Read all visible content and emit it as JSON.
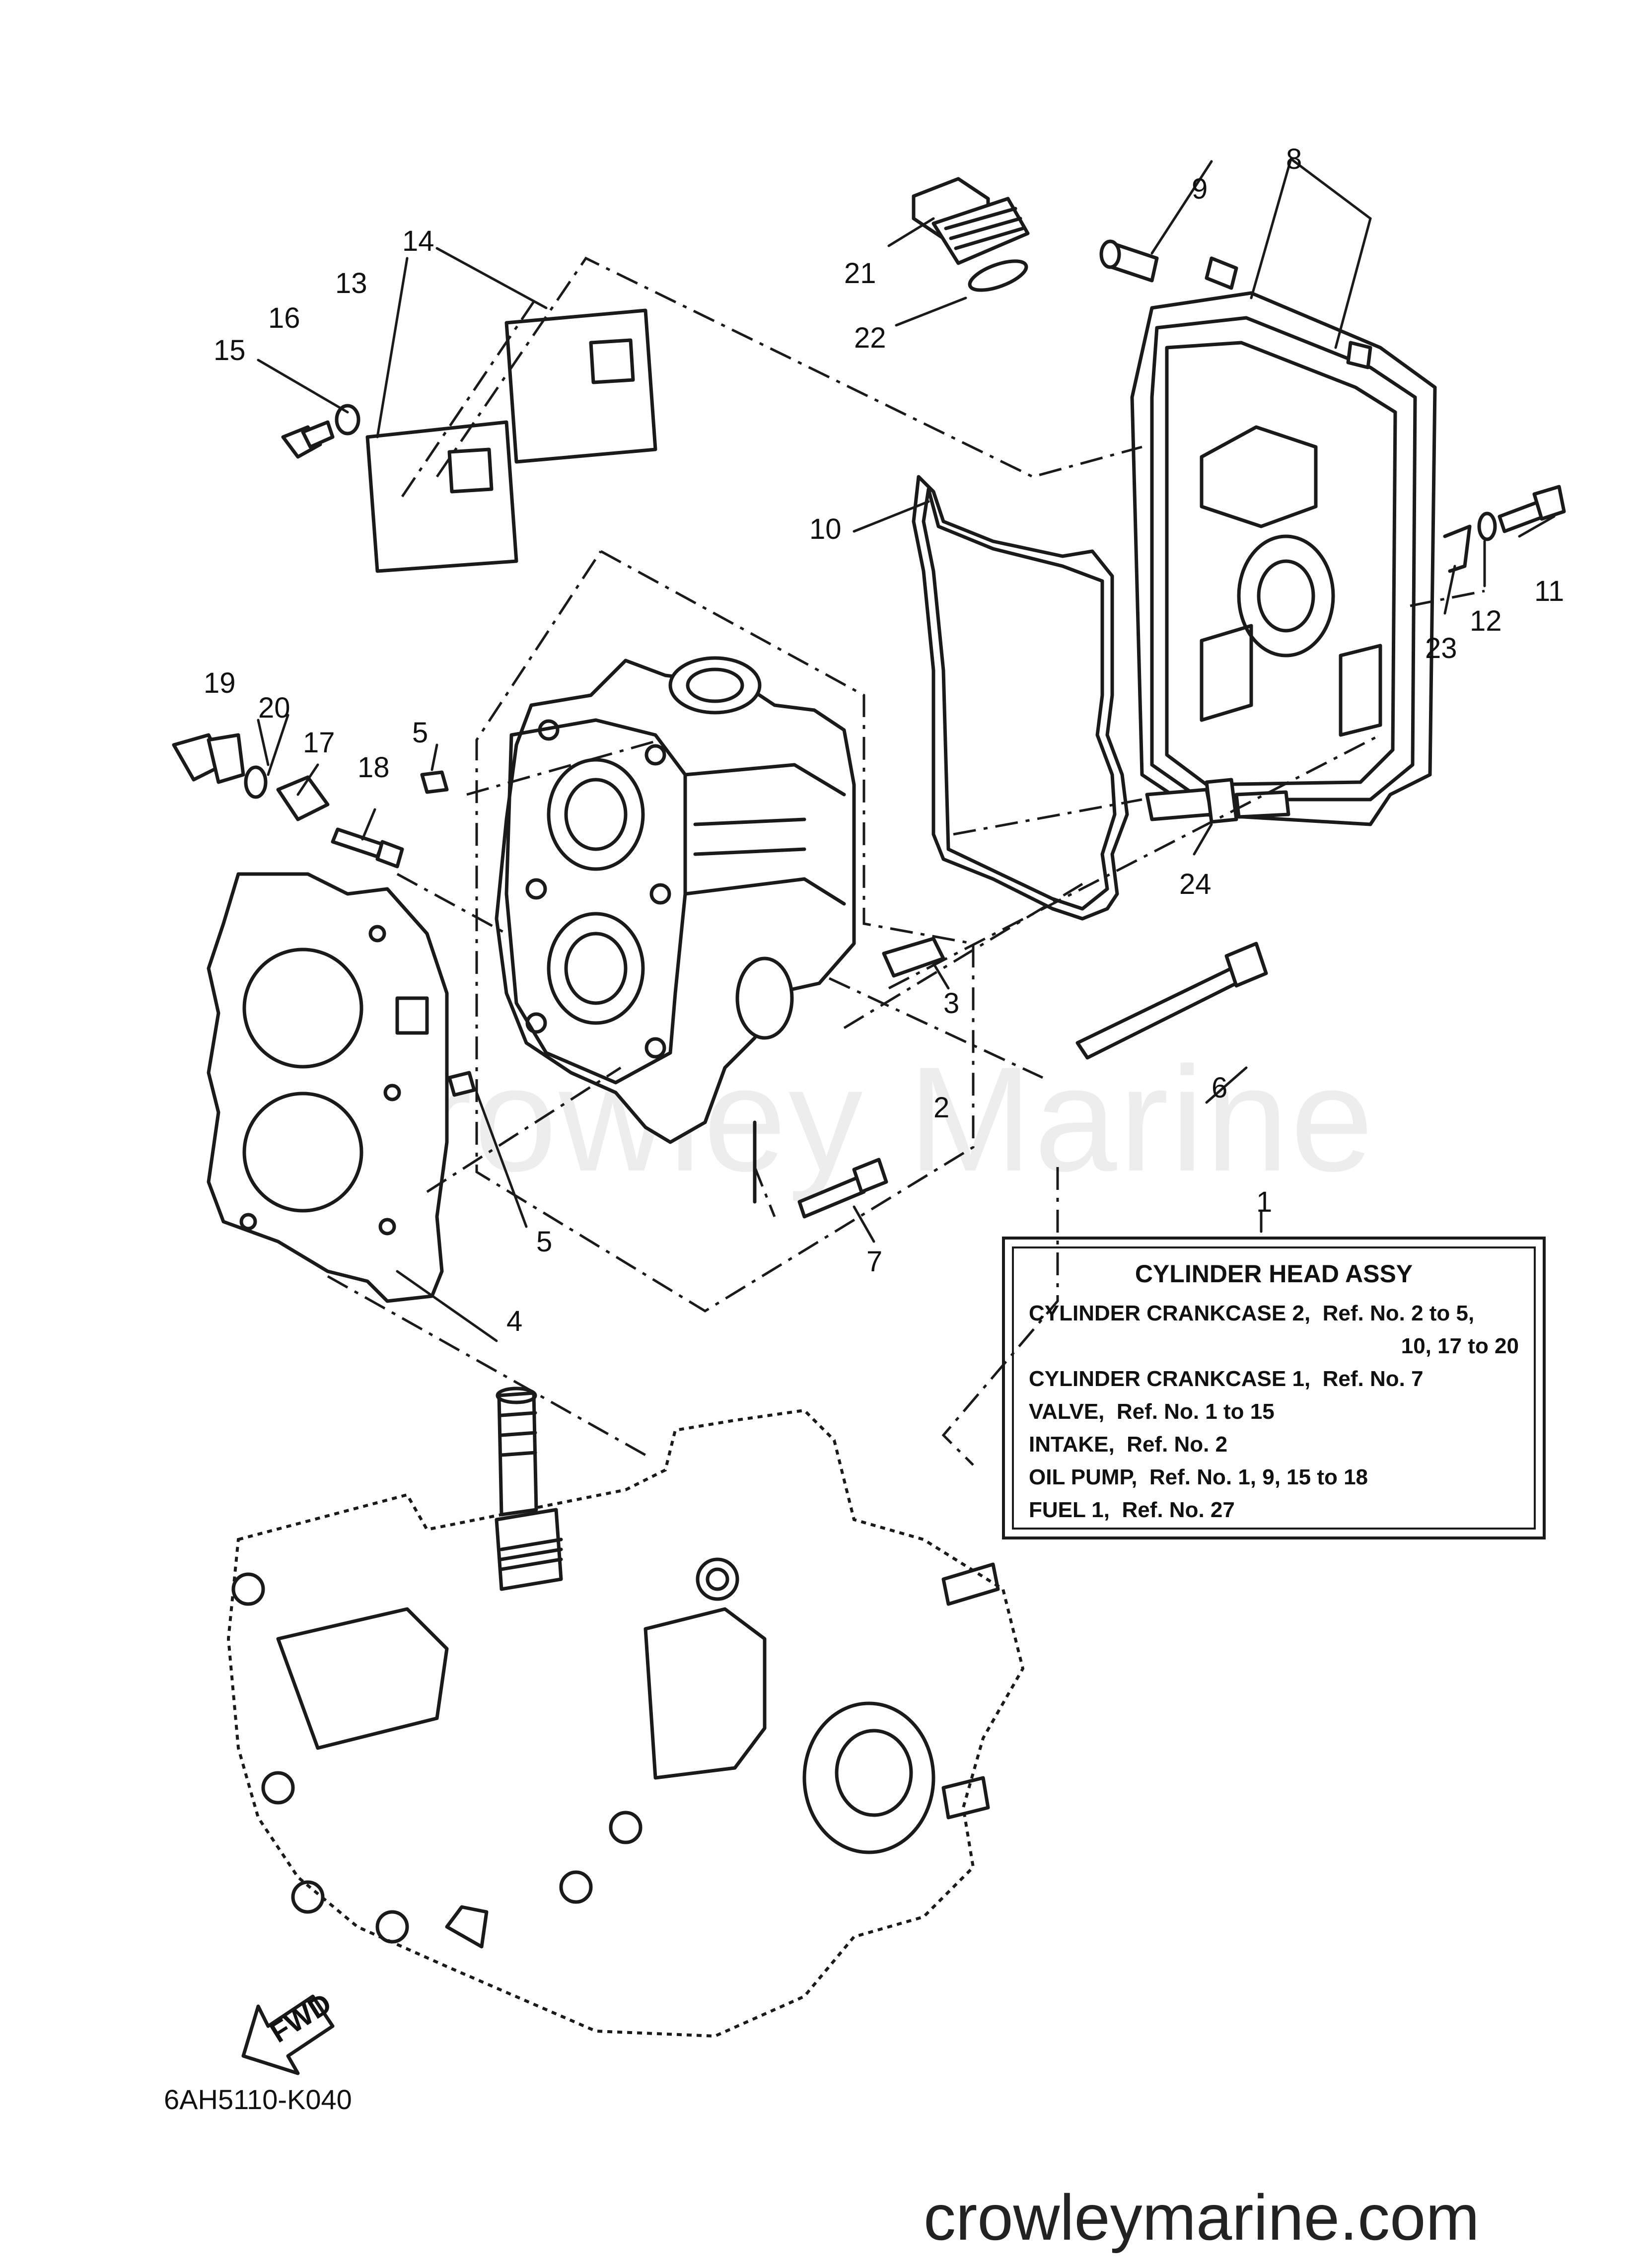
{
  "watermark": "Crowley Marine",
  "callouts": [
    "1",
    "2",
    "3",
    "4",
    "5",
    "5",
    "6",
    "7",
    "8",
    "9",
    "10",
    "11",
    "12",
    "13",
    "14",
    "15",
    "16",
    "17",
    "18",
    "19",
    "20",
    "21",
    "22",
    "23",
    "24"
  ],
  "legend": {
    "title": "CYLINDER HEAD ASSY",
    "lines": [
      "CYLINDER CRANKCASE 2,  Ref. No. 2 to 5,",
      "10, 17 to 20",
      "CYLINDER CRANKCASE 1,  Ref. No. 7",
      "VALVE,  Ref. No. 1 to 15",
      "INTAKE,  Ref. No. 2",
      "OIL PUMP,  Ref. No. 1, 9, 15 to 18",
      "FUEL 1,  Ref. No. 27"
    ]
  },
  "fwd_label": "FWD",
  "drawing_code": "6AH5110-K040",
  "site": "crowleymarine.com"
}
